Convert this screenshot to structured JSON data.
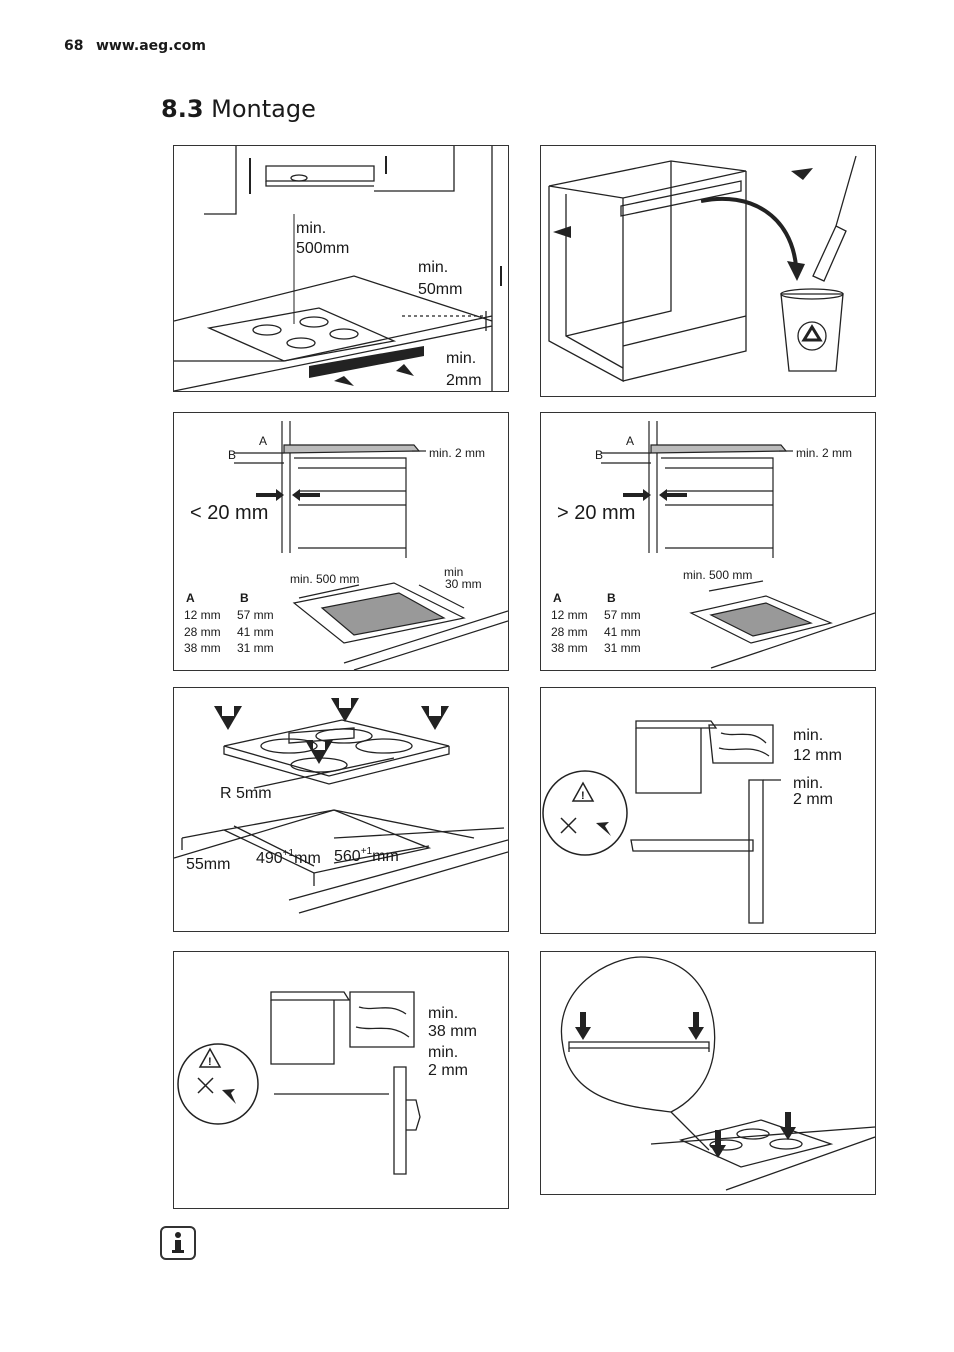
{
  "header": {
    "page_number": "68",
    "website": "www.aeg.com"
  },
  "section": {
    "number": "8.3",
    "title": "Montage"
  },
  "panel1": {
    "hood_min": "min.",
    "hood_val": "500mm",
    "wall_min": "min.",
    "wall_val": "50mm",
    "gap_min": "min.",
    "gap_val": "2mm"
  },
  "panel3": {
    "label_A": "A",
    "label_B": "B",
    "top_gap": "min. 2 mm",
    "dist": "< 20 mm",
    "depth": "min. 500 mm",
    "side_min": "min",
    "side_val": "30 mm",
    "table": {
      "headers": [
        "A",
        "B"
      ],
      "rows": [
        [
          "12 mm",
          "57 mm"
        ],
        [
          "28 mm",
          "41 mm"
        ],
        [
          "38 mm",
          "31 mm"
        ]
      ]
    }
  },
  "panel4": {
    "label_A": "A",
    "label_B": "B",
    "top_gap": "min. 2 mm",
    "dist": "> 20 mm",
    "depth": "min. 500 mm",
    "table": {
      "headers": [
        "A",
        "B"
      ],
      "rows": [
        [
          "12 mm",
          "57 mm"
        ],
        [
          "28 mm",
          "41 mm"
        ],
        [
          "38 mm",
          "31 mm"
        ]
      ]
    }
  },
  "panel5": {
    "radius": "R 5mm",
    "depth": "55mm",
    "width1": "490",
    "width1_sup": "+1",
    "width1_unit": "mm",
    "width2": "560",
    "width2_sup": "+1",
    "width2_unit": "mm"
  },
  "panel6": {
    "thick_min": "min.",
    "thick_val": "12 mm",
    "gap_min": "min.",
    "gap_val": "2 mm"
  },
  "panel7": {
    "thick_min": "min.",
    "thick_val": "38 mm",
    "gap_min": "min.",
    "gap_val": "2 mm"
  },
  "icons": [
    "warning-icon",
    "recycle-icon",
    "info-icon"
  ]
}
